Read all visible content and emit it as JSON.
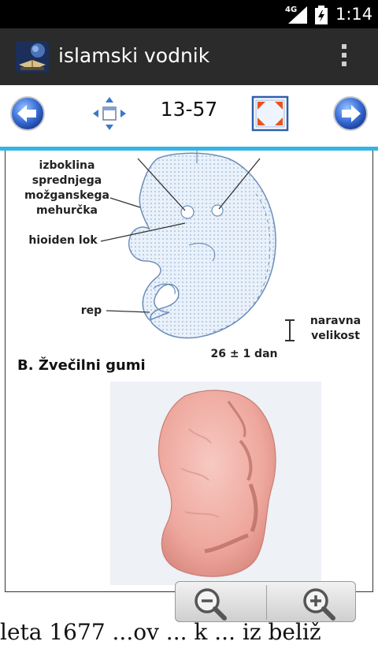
{
  "status_bar": {
    "network": "4G",
    "time": "1:14",
    "icons": [
      "signal-icon",
      "battery-charging-icon"
    ]
  },
  "action_bar": {
    "title": "islamski vodnik",
    "icons": [
      "app-book-icon",
      "overflow-menu-icon"
    ]
  },
  "toolbar": {
    "page_indicator": "13-57",
    "icons": [
      "back-arrow-icon",
      "move-cross-icon",
      "fit-screen-icon",
      "next-arrow-icon"
    ],
    "accent_color": "#33b5e5"
  },
  "document": {
    "labels": {
      "bulge": [
        "izboklina",
        "sprednjega",
        "možganskega",
        "mehurčka"
      ],
      "hyoid": "hioiden lok",
      "tail": "rep",
      "natural_size": [
        "naravna",
        "velikost"
      ],
      "age": "26 ± 1 dan"
    },
    "section_title": "B. Žvečilni gumi",
    "next_text": "leta 1677 ...ov ... k ... iz beliž"
  },
  "zoom": {
    "icons": [
      "zoom-out-icon",
      "zoom-in-icon"
    ]
  }
}
